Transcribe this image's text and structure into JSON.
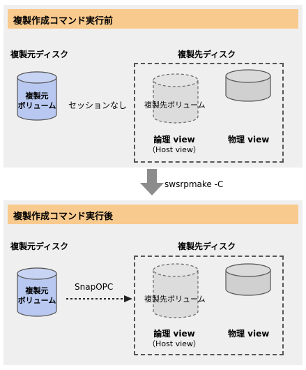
{
  "before": {
    "title": "複製作成コマンド実行前",
    "source_disk_label": "複製元ディスク",
    "source_volume_line1": "複製元",
    "source_volume_line2": "ボリューム",
    "session_label": "セッションなし",
    "target_disk_label": "複製先ディスク",
    "target_volume": "複製先ボリューム",
    "logical_view": "論理 view",
    "host_view": "（Host view）",
    "physical_view": "物理 view"
  },
  "command": "swsrpmake -C",
  "after": {
    "title": "複製作成コマンド実行後",
    "source_disk_label": "複製元ディスク",
    "source_volume_line1": "複製元",
    "source_volume_line2": "ボリューム",
    "copy_label": "SnapOPC",
    "target_disk_label": "複製先ディスク",
    "target_volume": "複製先ボリューム",
    "logical_view": "論理 view",
    "host_view": "（Host view）",
    "physical_view": "物理 view"
  },
  "colors": {
    "header": "#f9ca8e",
    "panel": "#efefef",
    "source_fill": "#b8c8f0",
    "physical_fill": "#d0d0d0",
    "logical_fill": "#dcdcdc",
    "arrow": "#8c8c8c"
  }
}
